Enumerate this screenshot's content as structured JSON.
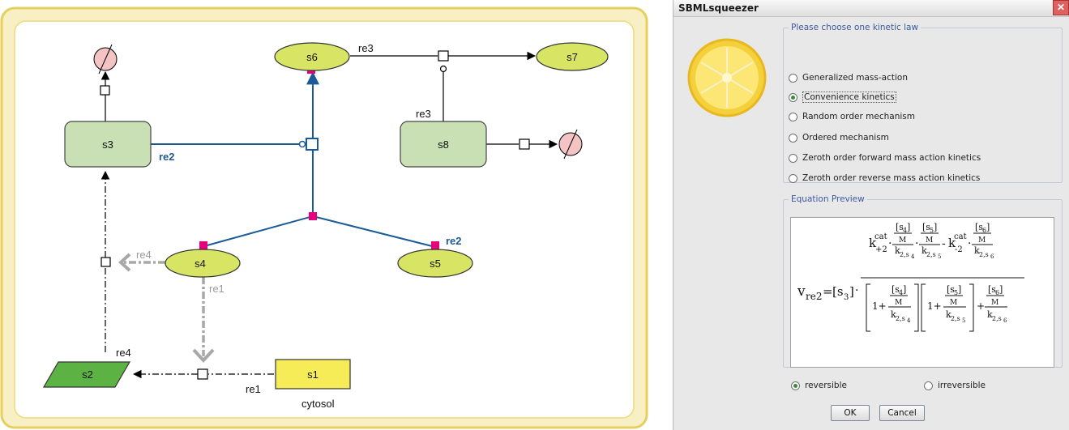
{
  "diagram": {
    "compartment_label": "cytosol",
    "nodes": {
      "s1": "s1",
      "s2": "s2",
      "s3": "s3",
      "s4": "s4",
      "s5": "s5",
      "s6": "s6",
      "s7": "s7",
      "s8": "s8"
    },
    "reactions": {
      "re1": "re1",
      "re2": "re2",
      "re3": "re3",
      "re4": "re4"
    },
    "colors": {
      "compartment_border": "#e6cf5e",
      "node_green": "#c8e0b4",
      "node_yellowgreen": "#d7e464",
      "node_yellow": "#f6ec58",
      "node_darkgreen": "#5cb243",
      "edge_blue": "#1a5a96",
      "modifier_magenta": "#e6007e",
      "degraded": "#f4c3c3"
    }
  },
  "dialog": {
    "title": "SBMLsqueezer",
    "close_icon": "close-icon",
    "lemon_icon": "lemon-icon",
    "laws_legend": "Please choose one kinetic law",
    "laws": [
      "Generalized mass-action",
      "Convenience kinetics",
      "Random order mechanism",
      "Ordered mechanism",
      "Zeroth order forward mass action kinetics",
      "Zeroth order reverse mass action kinetics"
    ],
    "selected_law": 1,
    "equation_legend": "Equation Preview",
    "equation": {
      "v": "v",
      "v_sub": "re2",
      "s3": "[s",
      "k": "k",
      "plus2": "+2",
      "minus2": "-2",
      "cat": "cat",
      "M": "M",
      "one": "1+",
      "plus": "+",
      "dot": "·",
      "minus": "-",
      "eq": "=",
      "s4": "[s",
      "s5": "[s",
      "s6": "[s",
      "k_sub_2s": "2,s",
      "n3": "3",
      "n4": "4",
      "n5": "5",
      "n6": "6",
      "close": "]"
    },
    "reversible_label": "reversible",
    "irreversible_label": "irreversible",
    "reversible_selected": true,
    "ok_label": "OK",
    "cancel_label": "Cancel"
  }
}
